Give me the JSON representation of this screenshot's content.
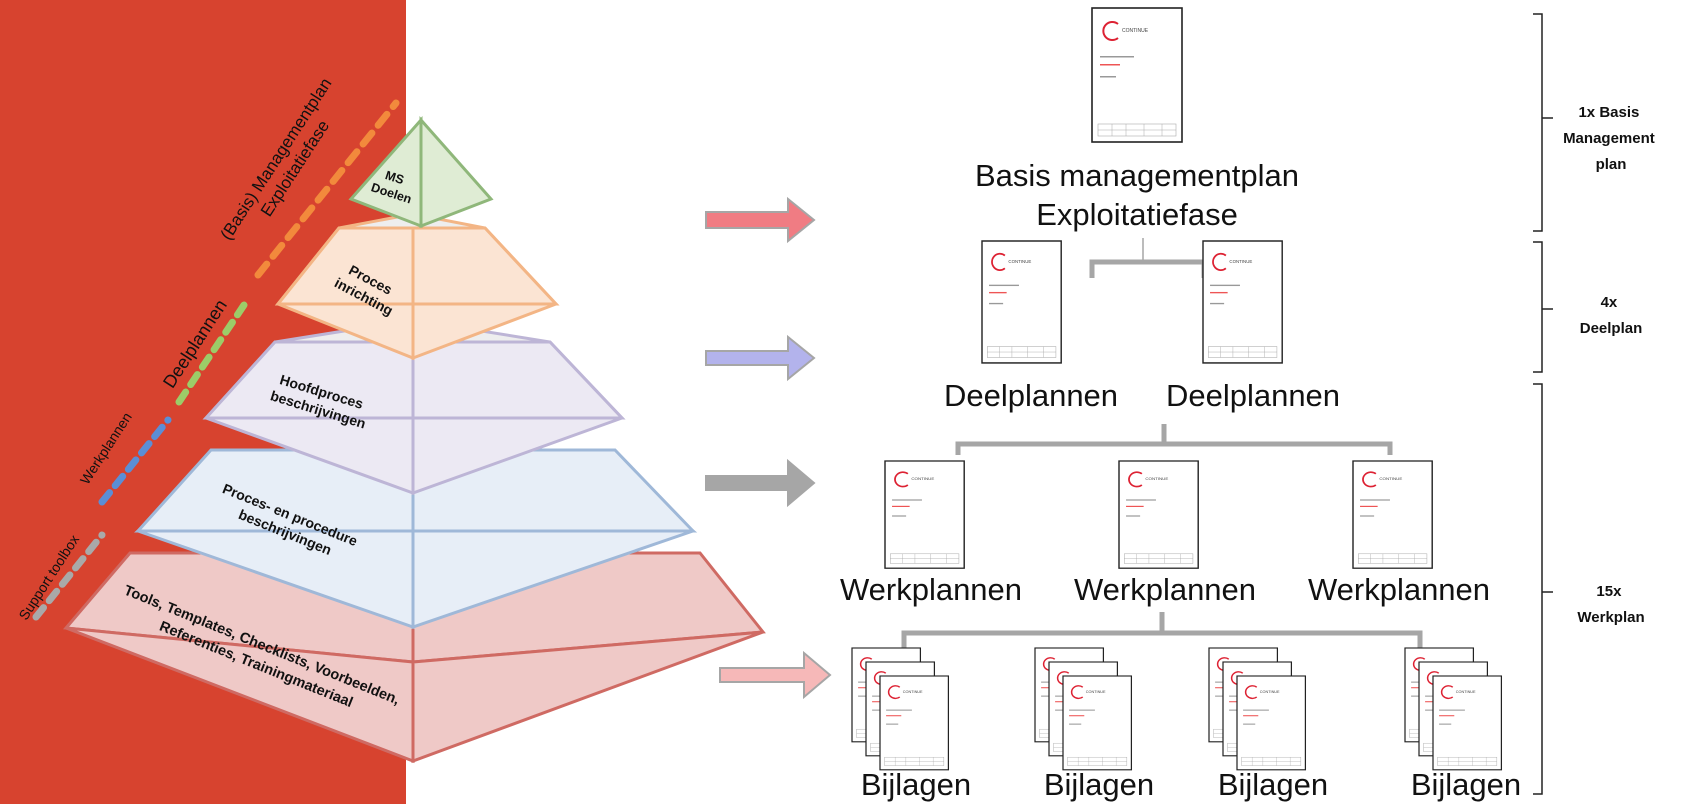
{
  "pyramid": {
    "levels": [
      {
        "lines": [
          "MS",
          "Doelen"
        ]
      },
      {
        "lines": [
          "Proces",
          "inrichting"
        ]
      },
      {
        "lines": [
          "Hoofdproces",
          "beschrijvingen"
        ]
      },
      {
        "lines": [
          "Proces- en procedure",
          "beschrijvingen"
        ]
      },
      {
        "lines": [
          "Tools, Templates, Checklists, Voorbeelden,",
          "Referenties, Trainingmateriaal"
        ]
      }
    ],
    "side_labels": {
      "basis_line1": "(Basis) Managementplan",
      "basis_line2": "Exploitatiefase",
      "deelplannen": "Deelplannen",
      "werkplannen": "Werkplannen",
      "support": "Support toolbox"
    }
  },
  "documents": {
    "basis_caption_line1": "Basis managementplan",
    "basis_caption_line2": "Exploitatiefase",
    "deel_captions": [
      "Deelplannen",
      "Deelplannen"
    ],
    "werk_captions": [
      "Werkplannen",
      "Werkplannen",
      "Werkplannen"
    ],
    "bijlagen_captions": [
      "Bijlagen",
      "Bijlagen",
      "Bijlagen",
      "Bijlagen"
    ]
  },
  "brackets": {
    "basis": [
      "1x Basis",
      "Management",
      "plan"
    ],
    "deel": [
      "4x",
      "Deelplan"
    ],
    "werk": [
      "15x",
      "Werkplan"
    ]
  },
  "colors": {
    "band": "#d7432f",
    "top": "#8fb77a",
    "proces": "#f3b585",
    "hoofd": "#bdb5d6",
    "procedure": "#9fb8d8",
    "tools": "#cf6a63",
    "arrow_red": "#f07c83",
    "arrow_purple": "#b3b3ec",
    "arrow_gray": "#a6a6a6",
    "arrow_pink": "#f6b8b8"
  }
}
